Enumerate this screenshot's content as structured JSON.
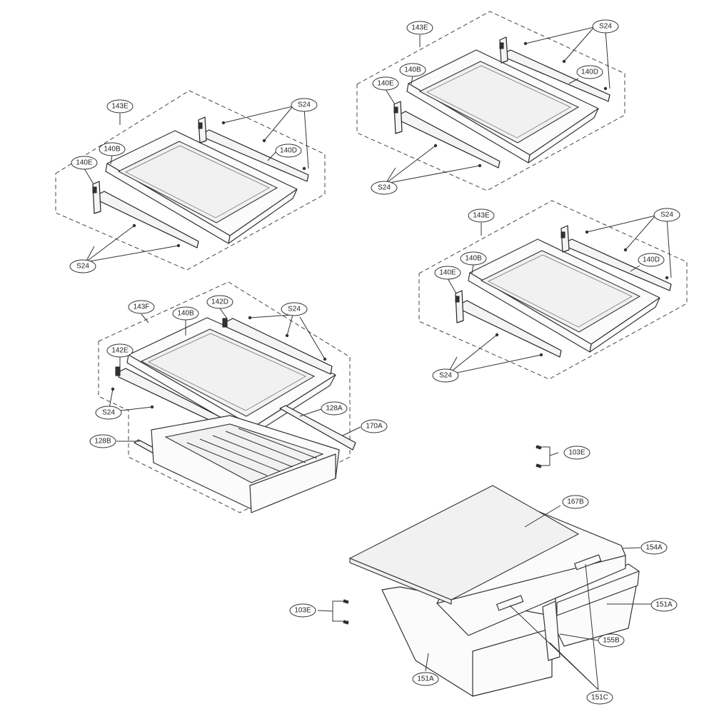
{
  "labels": {
    "a1_assembly": "143E",
    "a1_frame": "140B",
    "a1_glass_bracket": "140E",
    "a1_support": "140D",
    "a1_screw_top": "S24",
    "a1_screw_bottom": "S24",
    "a2_assembly": "143E",
    "a2_frame": "140B",
    "a2_glass_bracket": "140E",
    "a2_support": "140D",
    "a2_screw_top": "S24",
    "a2_screw_bottom": "S24",
    "a3_assembly": "143E",
    "a3_frame": "140B",
    "a3_glass_bracket": "140E",
    "a3_support": "140D",
    "a3_screw_top": "S24",
    "a3_screw_bottom": "S24",
    "b_assembly": "143F",
    "b_frame": "140B",
    "b_bracket_right": "142D",
    "b_bracket_left": "142E",
    "b_screw_top": "S24",
    "b_screw_bottom": "S24",
    "b_rail_right": "128A",
    "b_rail_left": "128B",
    "b_drawer": "170A",
    "c_screw_top": "103E",
    "c_screw_left": "103E",
    "c_cover": "167B",
    "c_frame": "154A",
    "c_drawer_right": "151A",
    "c_drawer_left": "151A",
    "c_divider": "155B",
    "c_handle": "151C"
  }
}
